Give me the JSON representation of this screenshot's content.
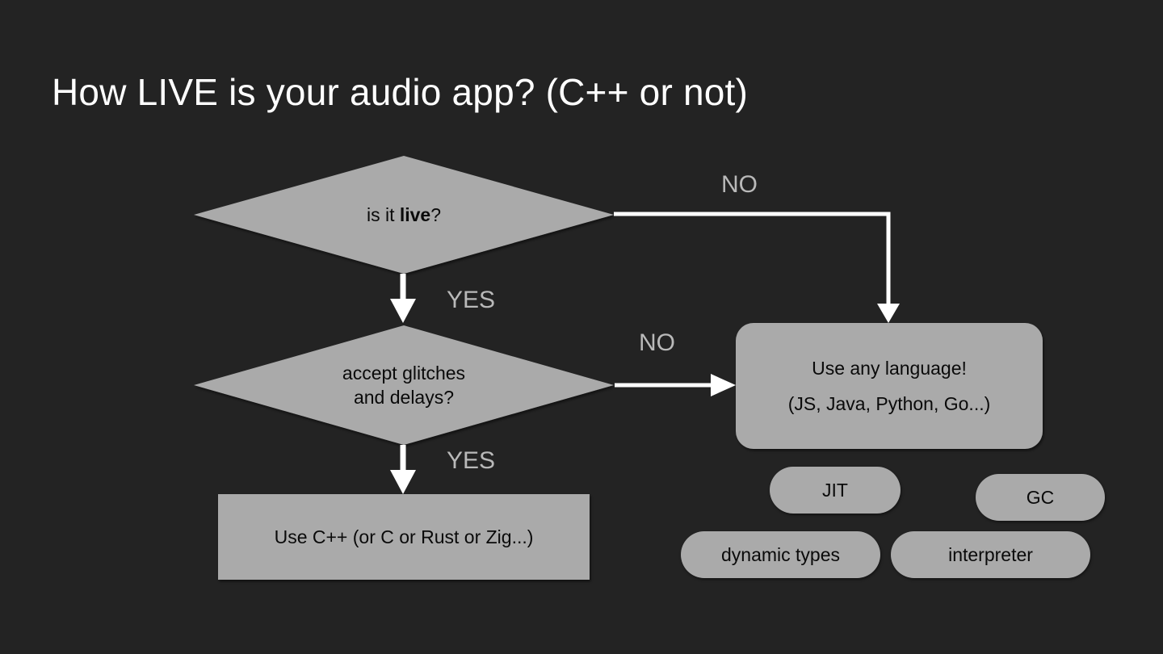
{
  "slide": {
    "background_color": "#232323",
    "title": "How LIVE is your audio app? (C++ or not)",
    "title_color": "#ffffff",
    "shape_fill": "#aaaaaa",
    "shape_text_color": "#0a0a0a",
    "arrow_color": "#ffffff",
    "edge_label_color": "#b9b9b9"
  },
  "nodes": {
    "diamond_live": {
      "shape": "diamond",
      "text_prefix": "is it ",
      "text_bold": "live",
      "text_suffix": "?"
    },
    "diamond_glitches": {
      "shape": "diamond",
      "line1": "accept glitches",
      "line2": "and delays?"
    },
    "box_any_language": {
      "shape": "rounded-rectangle",
      "line1": "Use any language!",
      "line2": "(JS, Java, Python, Go...)"
    },
    "box_cpp": {
      "shape": "rectangle",
      "line1": "Use C++ (or C or Rust or Zig...)"
    }
  },
  "pills": [
    {
      "id": "jit",
      "label": "JIT"
    },
    {
      "id": "gc",
      "label": "GC"
    },
    {
      "id": "dynamic-types",
      "label": "dynamic types"
    },
    {
      "id": "interpreter",
      "label": "interpreter"
    }
  ],
  "edges": [
    {
      "id": "live-no",
      "label": "NO",
      "from": "diamond_live",
      "to": "box_any_language"
    },
    {
      "id": "live-yes",
      "label": "YES",
      "from": "diamond_live",
      "to": "diamond_glitches"
    },
    {
      "id": "glitches-no",
      "label": "NO",
      "from": "diamond_glitches",
      "to": "box_any_language"
    },
    {
      "id": "glitches-yes",
      "label": "YES",
      "from": "diamond_glitches",
      "to": "box_cpp"
    }
  ]
}
